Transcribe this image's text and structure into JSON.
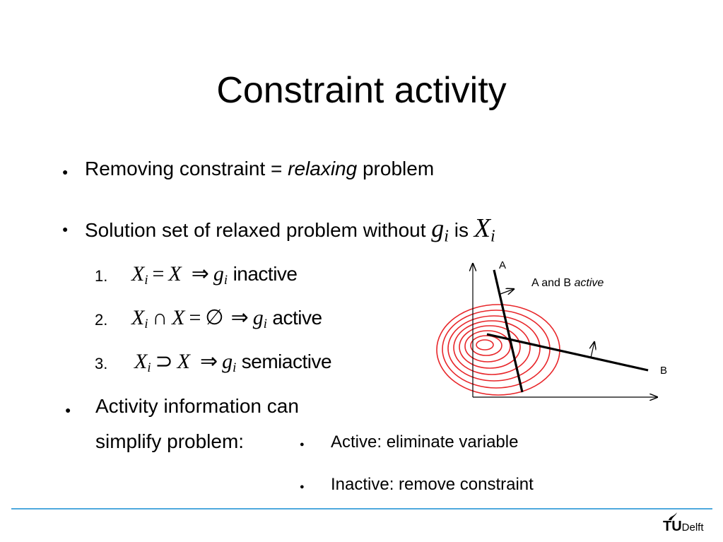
{
  "slide": {
    "title": "Constraint activity",
    "bullet1": {
      "text": "Removing constraint = ",
      "italic": "relaxing",
      "after": " problem"
    },
    "bullet2": {
      "text": "Solution set of relaxed problem without ",
      "g": "g",
      "sub": "i",
      "is": " is ",
      "X": "X"
    },
    "items": [
      {
        "num": "1.",
        "lhs": "X",
        "sub": "i",
        "rel": "=",
        "rhs": "X",
        "arrow": "⇒",
        "g": "g",
        "word": "inactive"
      },
      {
        "num": "2.",
        "lhs": "X",
        "sub": "i",
        "rel": "∩",
        "rhs": "X",
        "eq": "=",
        "empty": "∅",
        "arrow": "⇒",
        "g": "g",
        "word": "active"
      },
      {
        "num": "3.",
        "lhs": "X",
        "sub": "i",
        "rel": "⊃",
        "rhs": "X",
        "arrow": "⇒",
        "g": "g",
        "word": "semiactive"
      }
    ],
    "bullet3": {
      "line1": "Activity information can",
      "line2": "simplify problem:"
    },
    "subbullets": [
      "Active: eliminate variable",
      "Inactive: remove constraint"
    ],
    "bullet_glyph": "●"
  },
  "diagram": {
    "label_a": "A",
    "label_b": "B",
    "caption": "A and B ",
    "caption_italic": "active",
    "contour_color": "#e8262a"
  },
  "footer": {
    "logo_tu": "TU",
    "logo_delft": "Delft",
    "rule_color": "#4ea9de"
  }
}
